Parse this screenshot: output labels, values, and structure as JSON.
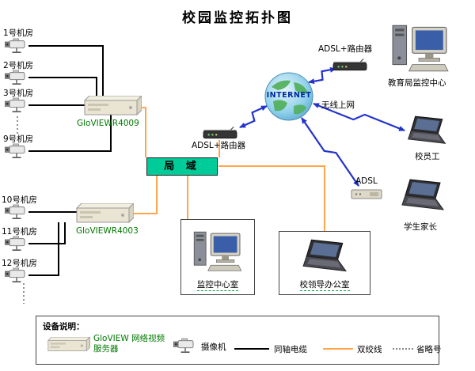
{
  "title": "校园监控拓扑图",
  "rooms": {
    "group1": [
      "1号机房",
      "2号机房",
      "3号机房",
      "9号机房"
    ],
    "group2": [
      "10号机房",
      "11号机房",
      "12号机房"
    ]
  },
  "servers": {
    "top": "GloVIEWR4009",
    "bottom": "GloVIEWR4003"
  },
  "lan": "局  域",
  "internet": "INTERNET",
  "routers": {
    "top": "ADSL+路由器",
    "center": "ADSL+路由器"
  },
  "wireless_label": "无线上网",
  "adsl_label": "ADSL",
  "endpoints": {
    "edu_center": "教育局监控中心",
    "staff": "校员工",
    "parents": "学生家长",
    "monitor_room": "监控中心室",
    "leader_office": "校领导办公室"
  },
  "legend": {
    "title": "设备说明：",
    "server_label": "GloVIEW 网络视频服务器",
    "camera_label": "摄像机",
    "coaxial_label": "同轴电缆",
    "twisted_label": "双绞线",
    "ellipsis_label": "省略号"
  },
  "colors": {
    "lan_bg": "#00cc99",
    "server_text": "#007700",
    "coaxial": "#000000",
    "twisted_pair": "#ffa64d",
    "arrow": "#2233cc",
    "caption_underline": "#00aa44",
    "internet_text": "#002b9e"
  }
}
